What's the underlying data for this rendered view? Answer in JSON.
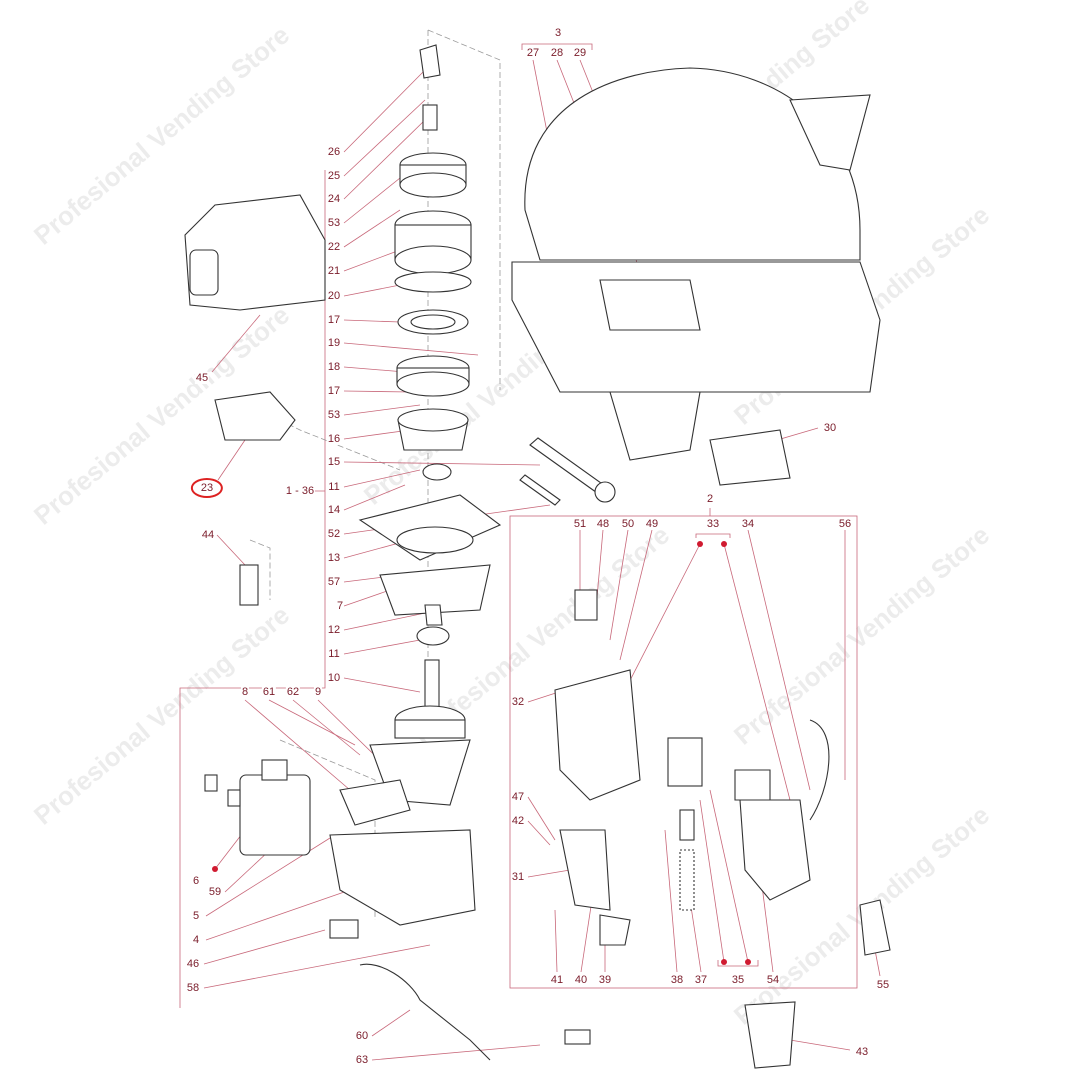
{
  "watermark": "Profesional Vending Store",
  "watermark_short": "Store",
  "highlighted_part": "23",
  "colors": {
    "label": "#7a1c2a",
    "leader": "#c8687a",
    "highlight": "#d22222",
    "marker": "#d01a30"
  },
  "labels": {
    "hopper_group": "3",
    "p27": "27",
    "p28": "28",
    "p29": "29",
    "p26": "26",
    "p25": "25",
    "p24": "24",
    "p53a": "53",
    "p22": "22",
    "p21": "21",
    "p20": "20",
    "p17a": "17",
    "p19": "19",
    "p18": "18",
    "p17b": "17",
    "p53b": "53",
    "p16": "16",
    "p15": "15",
    "p11a": "11",
    "p14": "14",
    "p52": "52",
    "p13": "13",
    "p57": "57",
    "p7": "7",
    "p12": "12",
    "p11b": "11",
    "p10": "10",
    "grinder_group": "1 - 36",
    "p45": "45",
    "p23": "23",
    "p44": "44",
    "p30": "30",
    "doser_group": "2",
    "p33": "33",
    "p34": "34",
    "p56": "56",
    "p51": "51",
    "p48": "48",
    "p50": "50",
    "p49": "49",
    "p32": "32",
    "p47": "47",
    "p42": "42",
    "p31": "31",
    "p41": "41",
    "p40": "40",
    "p39": "39",
    "p38": "38",
    "p37": "37",
    "p35": "35",
    "p54": "54",
    "p55": "55",
    "p43": "43",
    "p8": "8",
    "p61": "61",
    "p62": "62",
    "p9": "9",
    "p6": "6",
    "p59": "59",
    "p5": "5",
    "p4": "4",
    "p46": "46",
    "p58": "58",
    "p60": "60",
    "p63": "63"
  }
}
